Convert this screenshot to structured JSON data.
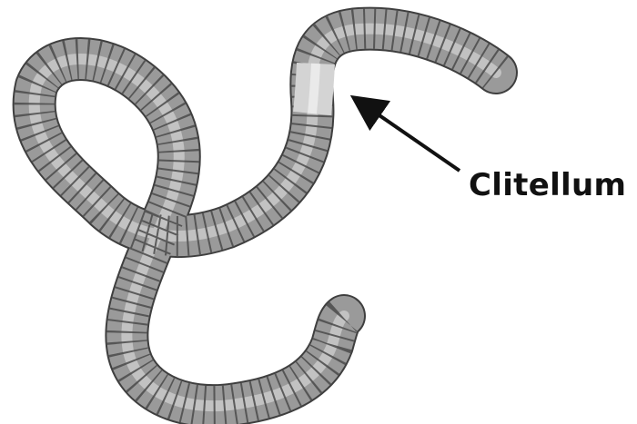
{
  "diagram": {
    "subject": "earthworm",
    "labels": [
      {
        "id": "clitellum",
        "text": "Clitellum"
      }
    ]
  },
  "colors": {
    "background": "#ffffff",
    "body": "#9a9a9a",
    "body_highlight": "#d6d6d6",
    "segment_line": "#4a4a4a",
    "clitellum": "#cfcfcf",
    "arrow": "#111111",
    "label": "#111111"
  }
}
